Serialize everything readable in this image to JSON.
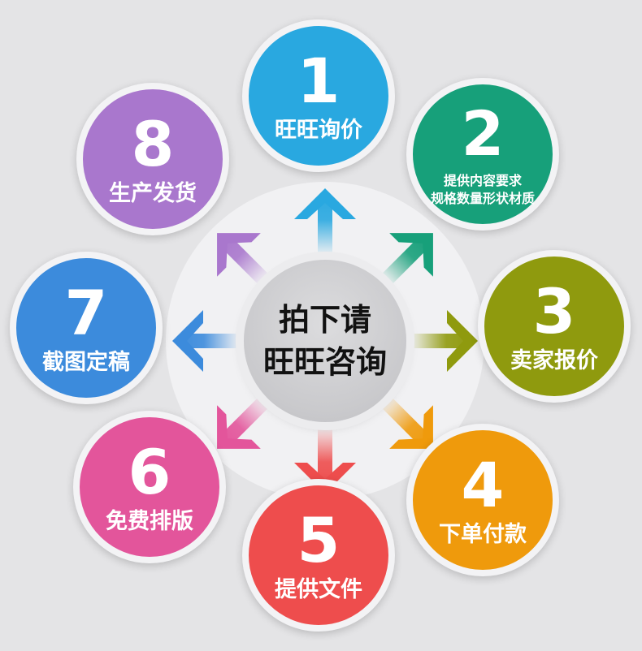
{
  "center": {
    "line1": "拍下请",
    "line2": "旺旺咨询"
  },
  "steps": [
    {
      "number": "1",
      "label": "旺旺询价",
      "color": "#29a8e0"
    },
    {
      "number": "2",
      "label": "",
      "sub1": "提供内容要求",
      "sub2": "规格数量形状材质",
      "color": "#17a07a"
    },
    {
      "number": "3",
      "label": "卖家报价",
      "color": "#8f9a0e"
    },
    {
      "number": "4",
      "label": "下单付款",
      "color": "#ef9a0c"
    },
    {
      "number": "5",
      "label": "提供文件",
      "color": "#ee4d4d"
    },
    {
      "number": "6",
      "label": "免费排版",
      "color": "#e3559b"
    },
    {
      "number": "7",
      "label": "截图定稿",
      "color": "#3c8bdc"
    },
    {
      "number": "8",
      "label": "生产发货",
      "color": "#a977cd"
    }
  ],
  "arrow_colors": [
    "#29a8e0",
    "#17a07a",
    "#8f9a0e",
    "#ef9a0c",
    "#ee4d4d",
    "#e3559b",
    "#3c8bdc",
    "#a977cd"
  ]
}
